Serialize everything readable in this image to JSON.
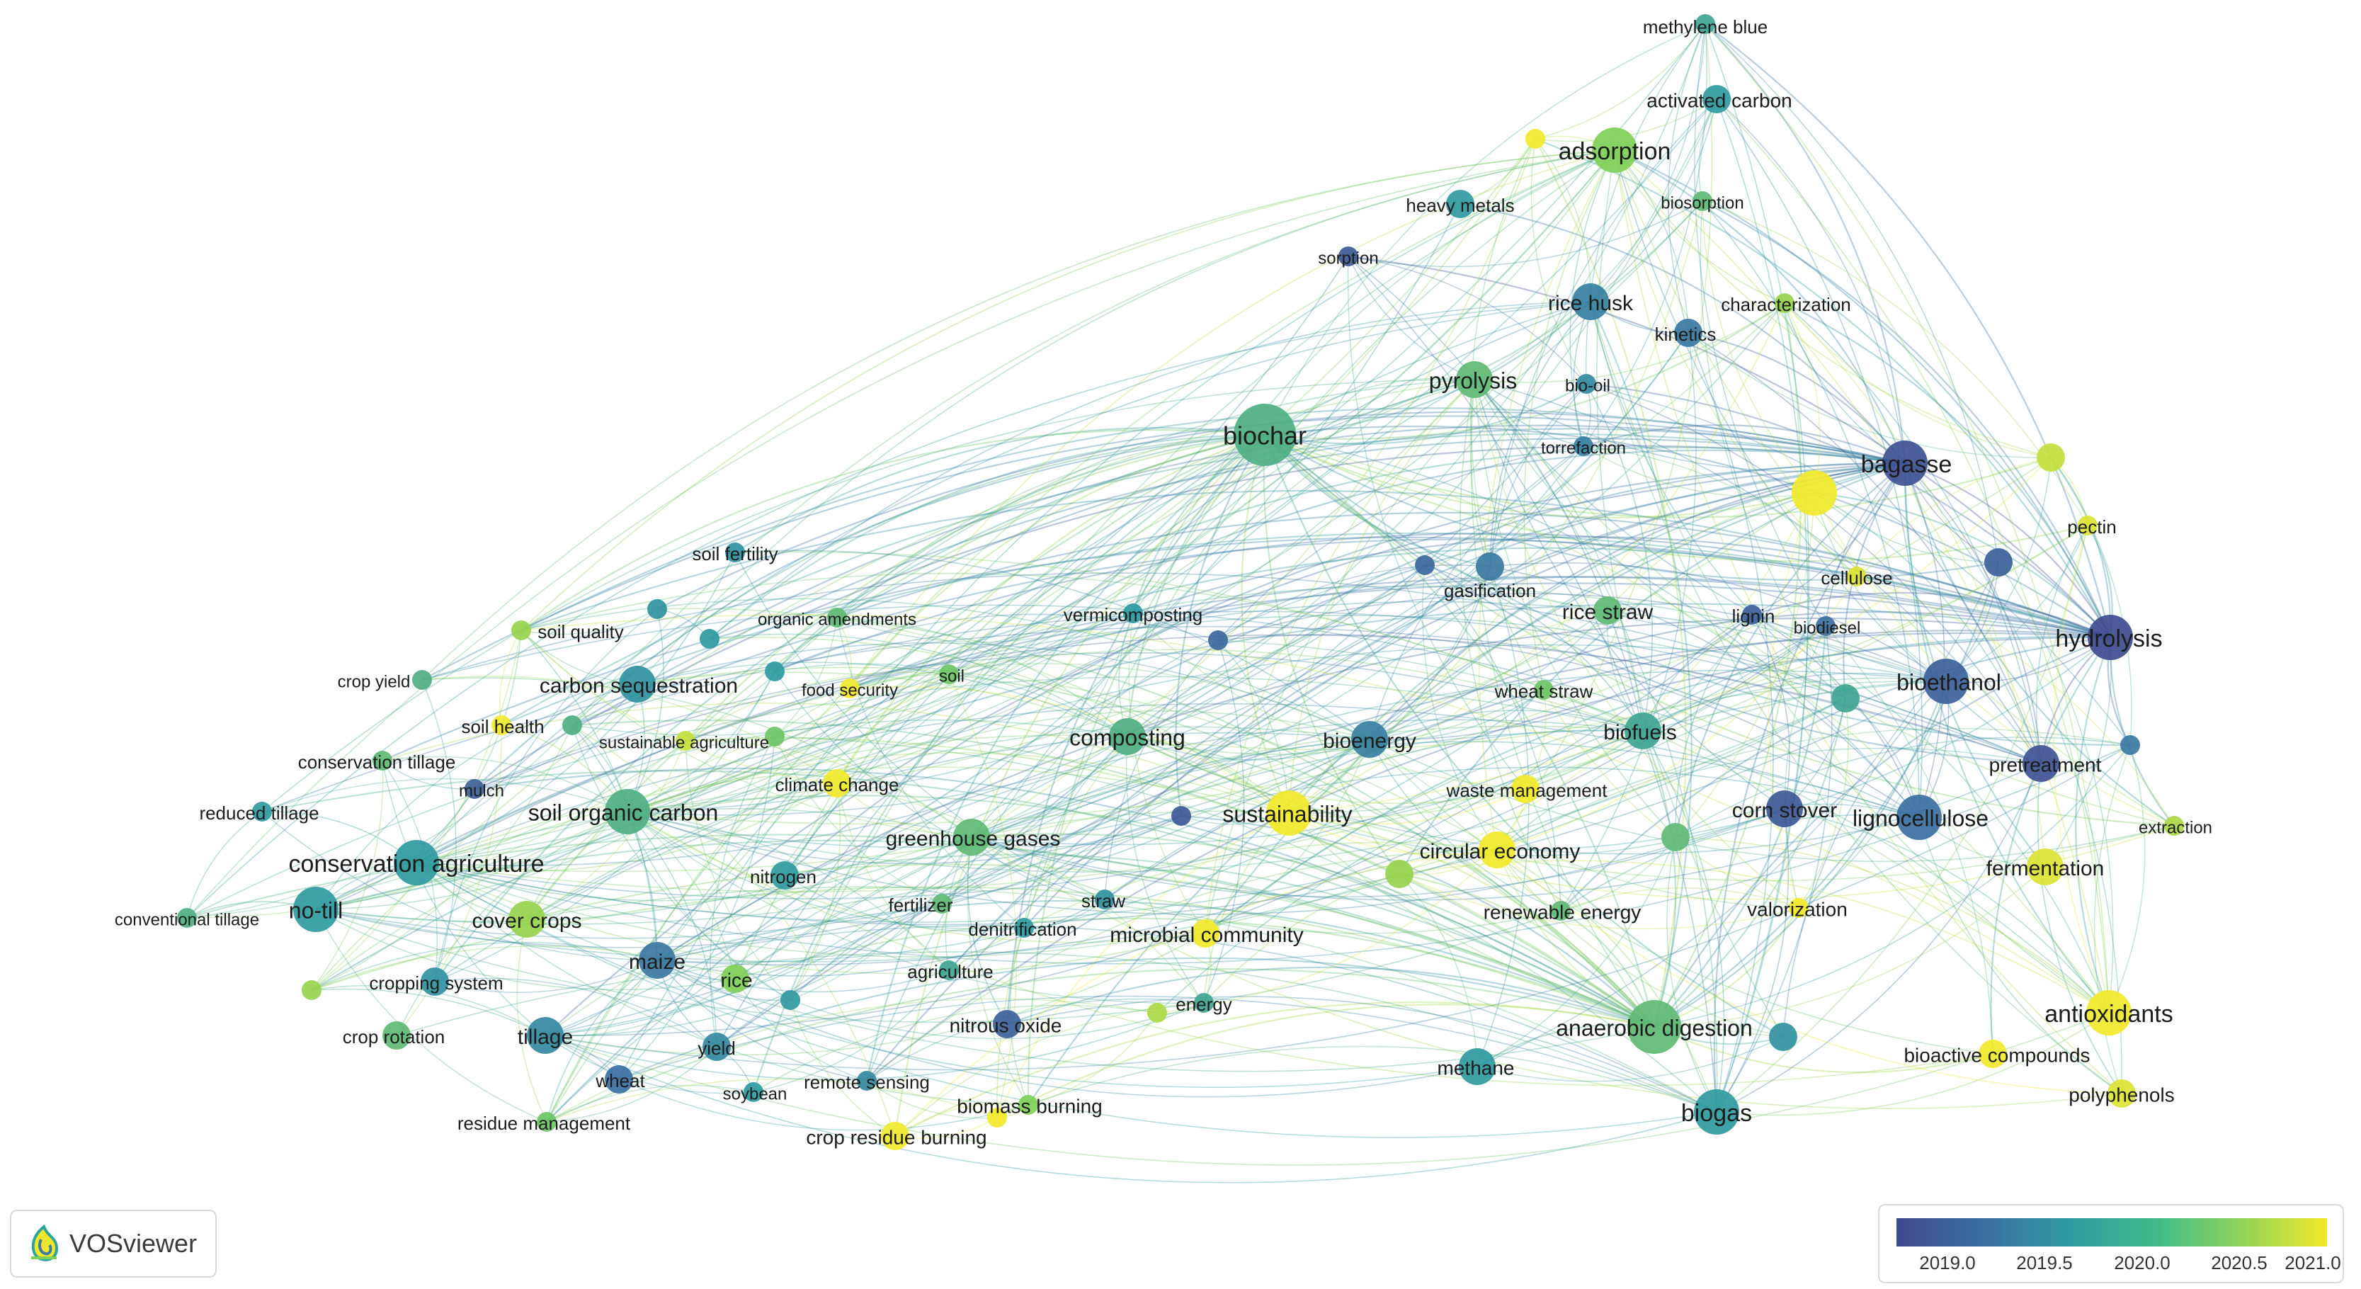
{
  "app": {
    "logo_label": "VOSviewer",
    "legend_ticks": [
      "2019.0",
      "2019.5",
      "2020.0",
      "2020.5",
      "2021.0"
    ]
  },
  "colors": {
    "c2019": "#4a4f95",
    "c2019_5": "#3e7aa3",
    "c2020": "#2ea59a",
    "c2020_5": "#7fcf57",
    "c2021": "#f0e62a",
    "link": "#7fb8c2"
  },
  "nodes": [
    {
      "label": "methylene blue",
      "year": 2020.1,
      "weight": 1
    },
    {
      "label": "activated carbon",
      "year": 2020.0,
      "weight": 2
    },
    {
      "label": "adsorption",
      "year": 2020.5,
      "weight": 4
    },
    {
      "label": "",
      "year": 2021.0,
      "weight": 1
    },
    {
      "label": "heavy metals",
      "year": 2020.0,
      "weight": 2
    },
    {
      "label": "biosorption",
      "year": 2020.3,
      "weight": 1
    },
    {
      "label": "sorption",
      "year": 2019.2,
      "weight": 1
    },
    {
      "label": "rice husk",
      "year": 2019.7,
      "weight": 3
    },
    {
      "label": "characterization",
      "year": 2020.6,
      "weight": 1
    },
    {
      "label": "kinetics",
      "year": 2019.6,
      "weight": 2
    },
    {
      "label": "pyrolysis",
      "year": 2020.3,
      "weight": 3
    },
    {
      "label": "bio-oil",
      "year": 2019.8,
      "weight": 1
    },
    {
      "label": "biochar",
      "year": 2020.2,
      "weight": 6
    },
    {
      "label": "torrefaction",
      "year": 2019.7,
      "weight": 1
    },
    {
      "label": "bagasse",
      "year": 2019.1,
      "weight": 4
    },
    {
      "label": "",
      "year": 2021.0,
      "weight": 4
    },
    {
      "label": "",
      "year": 2020.8,
      "weight": 2
    },
    {
      "label": "pectin",
      "year": 2020.9,
      "weight": 1
    },
    {
      "label": "soil fertility",
      "year": 2019.9,
      "weight": 1
    },
    {
      "label": "",
      "year": 2019.3,
      "weight": 2
    },
    {
      "label": "gasification",
      "year": 2019.4,
      "weight": 1
    },
    {
      "label": "cellulose",
      "year": 2020.9,
      "weight": 1
    },
    {
      "label": "",
      "year": 2019.9,
      "weight": 1
    },
    {
      "label": "soil quality",
      "year": 2020.6,
      "weight": 1
    },
    {
      "label": "",
      "year": 2020.0,
      "weight": 1
    },
    {
      "label": "",
      "year": 2019.6,
      "weight": 2
    },
    {
      "label": "",
      "year": 2019.4,
      "weight": 1
    },
    {
      "label": "organic amendments",
      "year": 2020.3,
      "weight": 1
    },
    {
      "label": "vermicomposting",
      "year": 2020.0,
      "weight": 1
    },
    {
      "label": "rice straw",
      "year": 2020.3,
      "weight": 2
    },
    {
      "label": "lignin",
      "year": 2019.3,
      "weight": 1
    },
    {
      "label": "biodiesel",
      "year": 2019.5,
      "weight": 1
    },
    {
      "label": "hydrolysis",
      "year": 2019.0,
      "weight": 4
    },
    {
      "label": "crop yield",
      "year": 2020.2,
      "weight": 1
    },
    {
      "label": "",
      "year": 2020.0,
      "weight": 1
    },
    {
      "label": "carbon sequestration",
      "year": 2019.9,
      "weight": 3
    },
    {
      "label": "food security",
      "year": 2021.0,
      "weight": 1
    },
    {
      "label": "soil",
      "year": 2020.4,
      "weight": 1
    },
    {
      "label": "bioethanol",
      "year": 2019.3,
      "weight": 4
    },
    {
      "label": "wheat straw",
      "year": 2020.4,
      "weight": 1
    },
    {
      "label": "",
      "year": 2020.1,
      "weight": 2
    },
    {
      "label": "soil health",
      "year": 2021.0,
      "weight": 1
    },
    {
      "label": "",
      "year": 2020.2,
      "weight": 1
    },
    {
      "label": "sustainable agriculture",
      "year": 2020.8,
      "weight": 1
    },
    {
      "label": "",
      "year": 2020.4,
      "weight": 1
    },
    {
      "label": "composting",
      "year": 2020.2,
      "weight": 3
    },
    {
      "label": "bioenergy",
      "year": 2019.7,
      "weight": 3
    },
    {
      "label": "biofuels",
      "year": 2020.1,
      "weight": 3
    },
    {
      "label": "",
      "year": 2019.6,
      "weight": 1
    },
    {
      "label": "conservation tillage",
      "year": 2020.3,
      "weight": 1
    },
    {
      "label": "pretreatment",
      "year": 2019.1,
      "weight": 3
    },
    {
      "label": "mulch",
      "year": 2019.3,
      "weight": 1
    },
    {
      "label": "climate change",
      "year": 2021.0,
      "weight": 2
    },
    {
      "label": "waste management",
      "year": 2021.0,
      "weight": 2
    },
    {
      "label": "reduced tillage",
      "year": 2020.0,
      "weight": 1
    },
    {
      "label": "soil organic carbon",
      "year": 2020.2,
      "weight": 4
    },
    {
      "label": "",
      "year": 2019.2,
      "weight": 1
    },
    {
      "label": "sustainability",
      "year": 2021.0,
      "weight": 4
    },
    {
      "label": "corn stover",
      "year": 2019.2,
      "weight": 3
    },
    {
      "label": "lignocellulose",
      "year": 2019.5,
      "weight": 4
    },
    {
      "label": "extraction",
      "year": 2020.7,
      "weight": 1
    },
    {
      "label": "greenhouse gases",
      "year": 2020.3,
      "weight": 3
    },
    {
      "label": "",
      "year": 2020.3,
      "weight": 2
    },
    {
      "label": "circular economy",
      "year": 2021.0,
      "weight": 3
    },
    {
      "label": "conservation agriculture",
      "year": 2020.0,
      "weight": 4
    },
    {
      "label": "nitrogen",
      "year": 2020.0,
      "weight": 2
    },
    {
      "label": "fermentation",
      "year": 2020.9,
      "weight": 3
    },
    {
      "label": "",
      "year": 2020.6,
      "weight": 2
    },
    {
      "label": "no-till",
      "year": 2020.0,
      "weight": 4
    },
    {
      "label": "cover crops",
      "year": 2020.6,
      "weight": 3
    },
    {
      "label": "fertilizer",
      "year": 2020.3,
      "weight": 1
    },
    {
      "label": "straw",
      "year": 2019.9,
      "weight": 1
    },
    {
      "label": "renewable energy",
      "year": 2020.3,
      "weight": 1
    },
    {
      "label": "valorization",
      "year": 2021.0,
      "weight": 1
    },
    {
      "label": "conventional tillage",
      "year": 2020.2,
      "weight": 1
    },
    {
      "label": "denitrification",
      "year": 2020.0,
      "weight": 1
    },
    {
      "label": "microbial community",
      "year": 2021.0,
      "weight": 2
    },
    {
      "label": "maize",
      "year": 2019.6,
      "weight": 3
    },
    {
      "label": "agriculture",
      "year": 2020.1,
      "weight": 1
    },
    {
      "label": "cropping system",
      "year": 2019.9,
      "weight": 2
    },
    {
      "label": "rice",
      "year": 2020.5,
      "weight": 2
    },
    {
      "label": "",
      "year": 2020.6,
      "weight": 1
    },
    {
      "label": "",
      "year": 2020.0,
      "weight": 1
    },
    {
      "label": "energy",
      "year": 2020.1,
      "weight": 1
    },
    {
      "label": "",
      "year": 2020.7,
      "weight": 1
    },
    {
      "label": "anaerobic digestion",
      "year": 2020.3,
      "weight": 5
    },
    {
      "label": "antioxidants",
      "year": 2021.0,
      "weight": 4
    },
    {
      "label": "crop rotation",
      "year": 2020.3,
      "weight": 2
    },
    {
      "label": "tillage",
      "year": 2019.8,
      "weight": 3
    },
    {
      "label": "yield",
      "year": 2019.8,
      "weight": 2
    },
    {
      "label": "nitrous oxide",
      "year": 2019.3,
      "weight": 2
    },
    {
      "label": "",
      "year": 2019.9,
      "weight": 2
    },
    {
      "label": "bioactive compounds",
      "year": 2021.0,
      "weight": 2
    },
    {
      "label": "methane",
      "year": 2020.0,
      "weight": 3
    },
    {
      "label": "wheat",
      "year": 2019.5,
      "weight": 2
    },
    {
      "label": "remote sensing",
      "year": 2019.8,
      "weight": 1
    },
    {
      "label": "soybean",
      "year": 2020.0,
      "weight": 1
    },
    {
      "label": "polyphenols",
      "year": 2020.9,
      "weight": 2
    },
    {
      "label": "biomass burning",
      "year": 2020.5,
      "weight": 1
    },
    {
      "label": "residue management",
      "year": 2020.4,
      "weight": 1
    },
    {
      "label": "",
      "year": 2021.0,
      "weight": 1
    },
    {
      "label": "crop residue burning",
      "year": 2021.0,
      "weight": 2
    },
    {
      "label": "biogas",
      "year": 2020.0,
      "weight": 4
    }
  ]
}
